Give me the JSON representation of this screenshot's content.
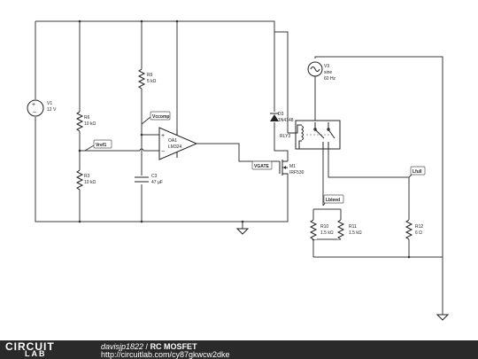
{
  "components": {
    "v1": {
      "name": "V1",
      "value": "12 V"
    },
    "r6": {
      "name": "R6",
      "value": "10 kΩ"
    },
    "r3": {
      "name": "R3",
      "value": "10 kΩ"
    },
    "r9": {
      "name": "R9",
      "value": "5 kΩ"
    },
    "c3": {
      "name": "C3",
      "value": "47 µF"
    },
    "oa1": {
      "name": "OA1",
      "value": "LM324"
    },
    "d3": {
      "name": "D3",
      "value": "1N4148"
    },
    "m1": {
      "name": "M1",
      "value": "IRF530"
    },
    "rly3": {
      "name": "RLY3"
    },
    "v3": {
      "name": "V3",
      "type": "sine",
      "value": "60 Hz"
    },
    "r10": {
      "name": "R10",
      "value": "1.5 kΩ"
    },
    "r11": {
      "name": "R11",
      "value": "1.5 kΩ"
    },
    "r12": {
      "name": "R12",
      "value": "6 Ω"
    }
  },
  "net_labels": {
    "vcomp": "Vccomp",
    "vref": "Vref1",
    "vgate": "VGATE",
    "lbleed": "Lbleed",
    "lfull": "Lfull"
  },
  "opamp_signs": {
    "plus": "+",
    "minus": "−"
  },
  "footer": {
    "logo_top": "CIRCUIT",
    "logo_bottom": "LAB",
    "user": "davisjp1822",
    "separator": " / ",
    "title": "RC MOSFET",
    "url": "http://circuitlab.com/cy87gkwcw2dke"
  },
  "colors": {
    "footer_bg": "#2a2a2a",
    "wire": "#3a3a3a"
  }
}
